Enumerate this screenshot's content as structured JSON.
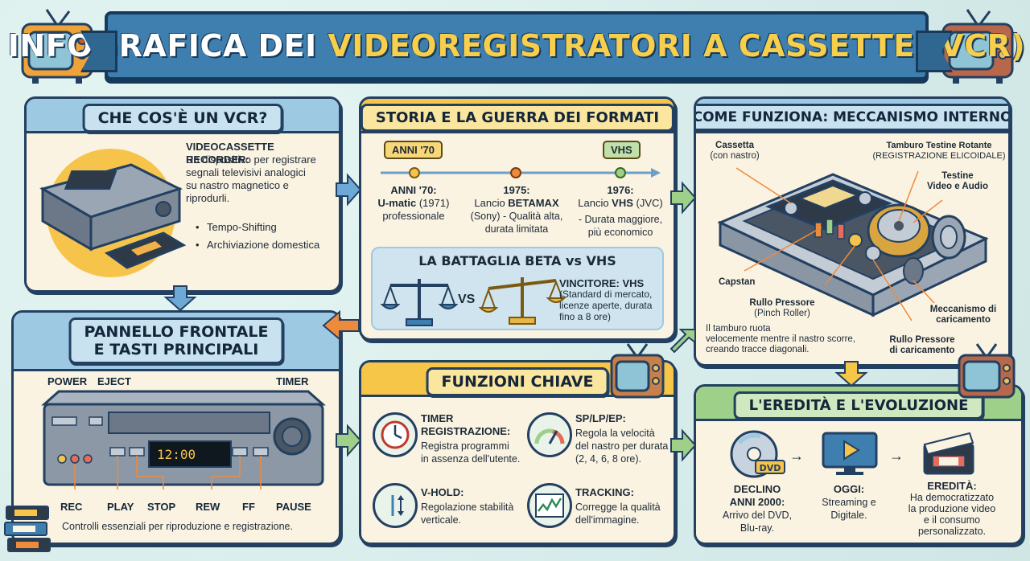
{
  "title": {
    "part1": "INFOGRAFICA DEI ",
    "part2": "VIDEOREGISTRATORI A CASSETTE (VCR)"
  },
  "what": {
    "heading": "CHE COS'È UN VCR?",
    "term": "VIDEOCASSETTE RECORDER:",
    "desc1": "Un dispositivo per registrare",
    "desc2": "segnali televisivi analogici",
    "desc3": "su nastro magnetico e",
    "desc4": "riprodurli.",
    "bullet1": "Tempo-Shifting",
    "bullet2": "Archiviazione domestica"
  },
  "history": {
    "heading": "STORIA E LA GUERRA DEI FORMATI",
    "chip_start": "ANNI '70",
    "chip_end": "VHS",
    "e1_title": "ANNI '70:",
    "e1_l1a": "U-matic",
    "e1_l1b": " (1971)",
    "e1_l2": "professionale",
    "e2_title": "1975:",
    "e2_l1a": "Lancio ",
    "e2_l1b": "BETAMAX",
    "e2_l2": "(Sony) - Qualità alta,",
    "e2_l3": "durata limitata",
    "e3_title": "1976:",
    "e3_l1a": "Lancio ",
    "e3_l1b": "VHS",
    "e3_l1c": " (JVC)",
    "e3_l2": "- Durata maggiore,",
    "e3_l3": "più economico",
    "battle_title": "LA BATTAGLIA BETA vs VHS",
    "vs": "VS",
    "winner": "VINCITORE: VHS",
    "winner_l1": "(Standard di mercato,",
    "winner_l2": "licenze aperte, durata",
    "winner_l3": "fino a 8 ore)"
  },
  "mech": {
    "heading": "COME FUNZIONA: MECCANISMO INTERNO",
    "cassette": "Cassetta",
    "cassette2": "(con nastro)",
    "drum": "Tamburo Testine Rotante",
    "drum2": "(REGISTRAZIONE ELICOIDALE)",
    "heads": "Testine",
    "heads2": "Video e Audio",
    "capstan": "Capstan",
    "pinch": "Rullo Pressore",
    "pinch2": "(Pinch Roller)",
    "loading": "Meccanismo di",
    "loading2": "caricamento",
    "loadroller": "Rullo Pressore",
    "loadroller2": "di caricamento",
    "note1": "Il tamburo ruota",
    "note2": "velocemente mentre il nastro scorre,",
    "note3": "creando tracce diagonali."
  },
  "front": {
    "heading1": "PANNELLO FRONTALE",
    "heading2": "E TASTI PRINCIPALI",
    "power": "POWER",
    "eject": "EJECT",
    "timer": "TIMER",
    "rec": "REC",
    "play": "PLAY",
    "stop": "STOP",
    "rew": "REW",
    "ff": "FF",
    "pause": "PAUSE",
    "display": "12:00",
    "footer": "Controlli essenziali per riproduzione e registrazione."
  },
  "functions": {
    "heading": "FUNZIONI CHIAVE",
    "f1_title1": "TIMER",
    "f1_title2": "REGISTRAZIONE:",
    "f1_l1": "Registra programmi",
    "f1_l2": "in assenza dell'utente.",
    "f2_title": "SP/LP/EP:",
    "f2_l1": "Regola la velocità",
    "f2_l2": "del nastro per durata",
    "f2_l3": "(2, 4, 6, 8 ore).",
    "f3_title": "V-HOLD:",
    "f3_l1": "Regolazione stabilità",
    "f3_l2": "verticale.",
    "f4_title": "TRACKING:",
    "f4_l1": "Corregge la qualità",
    "f4_l2": "dell'immagine."
  },
  "legacy": {
    "heading": "L'EREDITÀ E L'EVOLUZIONE",
    "dvd": "DVD",
    "d_title1": "DECLINO",
    "d_title2": "ANNI 2000:",
    "d_l1": "Arrivo del DVD,",
    "d_l2": "Blu-ray.",
    "o_title": "OGGI:",
    "o_l1": "Streaming e",
    "o_l2": "Digitale.",
    "e_title": "EREDITÀ:",
    "e_l1": "Ha democratizzato",
    "e_l2": "la produzione video",
    "e_l3": "e il consumo",
    "e_l4": "personalizzato."
  },
  "colors": {
    "navy": "#234061",
    "cream": "#fbf3e1",
    "blueHeader": "#9ec9e3",
    "yellow": "#f5c648",
    "green": "#9fd08a",
    "orange": "#ee8a3c"
  }
}
